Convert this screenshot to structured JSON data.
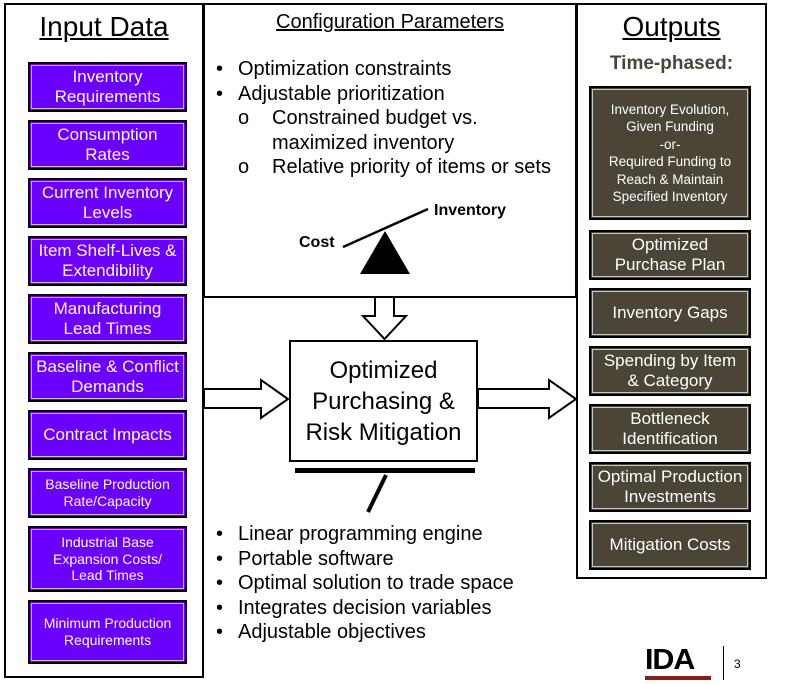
{
  "input": {
    "title": "Input Data",
    "items": [
      "Inventory Requirements",
      "Consumption Rates",
      "Current Inventory Levels",
      "Item Shelf-Lives & Extendibility",
      "Manufacturing Lead Times",
      "Baseline & Conflict Demands",
      "Contract Impacts",
      "Baseline Production Rate/Capacity",
      "Industrial Base Expansion Costs/ Lead Times",
      "Minimum Production Requirements"
    ]
  },
  "config": {
    "title": "Configuration Parameters",
    "bullets": [
      "Optimization constraints",
      "Adjustable prioritization"
    ],
    "sub_marker": "o",
    "sub_bullets": [
      "Constrained budget vs.",
      "maximized inventory",
      "Relative priority of items or sets"
    ],
    "scale": {
      "left_label": "Cost",
      "right_label": "Inventory"
    }
  },
  "center": {
    "line1": "Optimized",
    "line2": "Purchasing &",
    "line3": "Risk Mitigation"
  },
  "engine": {
    "bullets": [
      "Linear programming engine",
      "Portable software",
      "Optimal solution to trade space",
      "Integrates decision variables",
      "Adjustable objectives"
    ]
  },
  "outputs": {
    "title": "Outputs",
    "subtitle": "Time-phased:",
    "first": [
      "Inventory Evolution,",
      "Given Funding",
      "-or-",
      "Required Funding to",
      "Reach & Maintain",
      "Specified Inventory"
    ],
    "items": [
      "Optimized Purchase Plan",
      "Inventory Gaps",
      "Spending by Item & Category",
      "Bottleneck Identification",
      "Optimal Production Investments",
      "Mitigation Costs"
    ]
  },
  "footer": {
    "logo": "IDA",
    "page": "3"
  },
  "colors": {
    "input_box": "#6a00ff",
    "output_box": "#4a4536",
    "logo_underline": "#8b1a1a"
  }
}
